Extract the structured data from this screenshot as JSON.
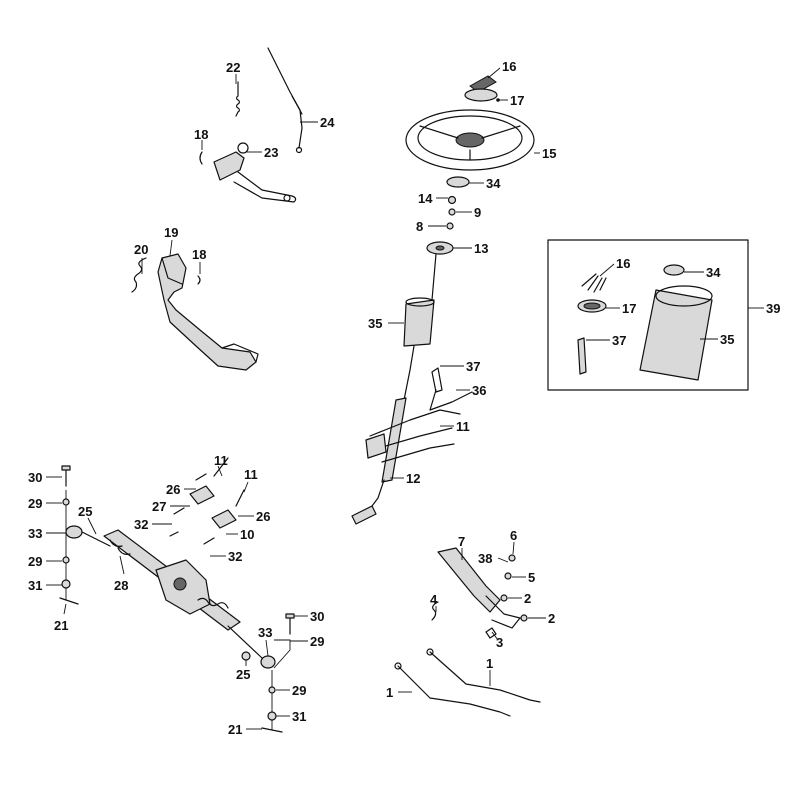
{
  "callouts": [
    {
      "id": "c22",
      "text": "22"
    },
    {
      "id": "c24",
      "text": "24"
    },
    {
      "id": "c18a",
      "text": "18"
    },
    {
      "id": "c23",
      "text": "23"
    },
    {
      "id": "c20",
      "text": "20"
    },
    {
      "id": "c19",
      "text": "19"
    },
    {
      "id": "c18b",
      "text": "18"
    },
    {
      "id": "c16a",
      "text": "16"
    },
    {
      "id": "c17a",
      "text": "17"
    },
    {
      "id": "c15",
      "text": "15"
    },
    {
      "id": "c34a",
      "text": "34"
    },
    {
      "id": "c14",
      "text": "14"
    },
    {
      "id": "c9",
      "text": "9"
    },
    {
      "id": "c8",
      "text": "8"
    },
    {
      "id": "c13",
      "text": "13"
    },
    {
      "id": "c35a",
      "text": "35"
    },
    {
      "id": "c37a",
      "text": "37"
    },
    {
      "id": "c36",
      "text": "36"
    },
    {
      "id": "c11a",
      "text": "11"
    },
    {
      "id": "c12",
      "text": "12"
    },
    {
      "id": "c16b",
      "text": "16"
    },
    {
      "id": "c34b",
      "text": "34"
    },
    {
      "id": "c17b",
      "text": "17"
    },
    {
      "id": "c37b",
      "text": "37"
    },
    {
      "id": "c35b",
      "text": "35"
    },
    {
      "id": "c39",
      "text": "39"
    },
    {
      "id": "c30a",
      "text": "30"
    },
    {
      "id": "c29a",
      "text": "29"
    },
    {
      "id": "c25a",
      "text": "25"
    },
    {
      "id": "c33a",
      "text": "33"
    },
    {
      "id": "c29b",
      "text": "29"
    },
    {
      "id": "c28",
      "text": "28"
    },
    {
      "id": "c31a",
      "text": "31"
    },
    {
      "id": "c21a",
      "text": "21"
    },
    {
      "id": "c11b",
      "text": "11"
    },
    {
      "id": "c26a",
      "text": "26"
    },
    {
      "id": "c27",
      "text": "27"
    },
    {
      "id": "c32a",
      "text": "32"
    },
    {
      "id": "c11c",
      "text": "11"
    },
    {
      "id": "c26b",
      "text": "26"
    },
    {
      "id": "c10",
      "text": "10"
    },
    {
      "id": "c32b",
      "text": "32"
    },
    {
      "id": "c30b",
      "text": "30"
    },
    {
      "id": "c33b",
      "text": "33"
    },
    {
      "id": "c29c",
      "text": "29"
    },
    {
      "id": "c25b",
      "text": "25"
    },
    {
      "id": "c29d",
      "text": "29"
    },
    {
      "id": "c21b",
      "text": "21"
    },
    {
      "id": "c31b",
      "text": "31"
    },
    {
      "id": "c6",
      "text": "6"
    },
    {
      "id": "c7",
      "text": "7"
    },
    {
      "id": "c38",
      "text": "38"
    },
    {
      "id": "c5",
      "text": "5"
    },
    {
      "id": "c4",
      "text": "4"
    },
    {
      "id": "c2a",
      "text": "2"
    },
    {
      "id": "c2b",
      "text": "2"
    },
    {
      "id": "c3",
      "text": "3"
    },
    {
      "id": "c1a",
      "text": "1"
    },
    {
      "id": "c1b",
      "text": "1"
    }
  ]
}
